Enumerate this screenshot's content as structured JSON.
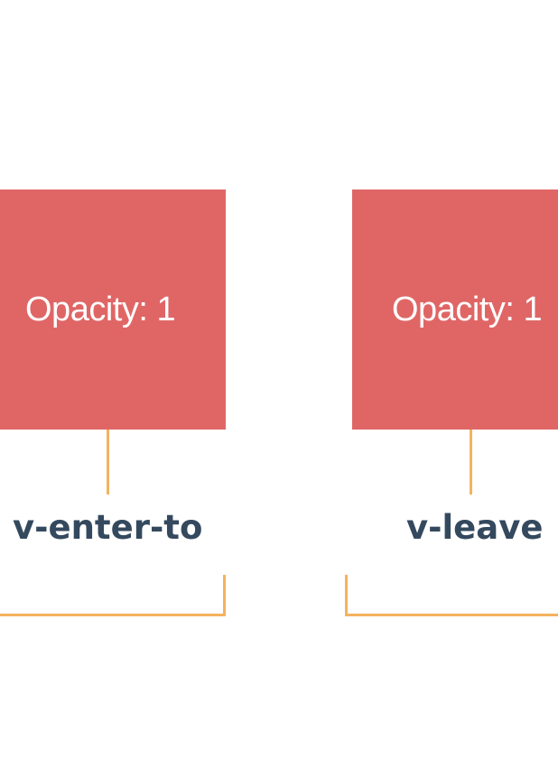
{
  "colors": {
    "box_fill": "#e06666",
    "connector": "#f4b35e",
    "label_text": "#34495e"
  },
  "states": [
    {
      "box_text": "Opacity: 1",
      "label": "v-enter-to"
    },
    {
      "box_text": "Opacity: 1",
      "label": "v-leave"
    }
  ]
}
